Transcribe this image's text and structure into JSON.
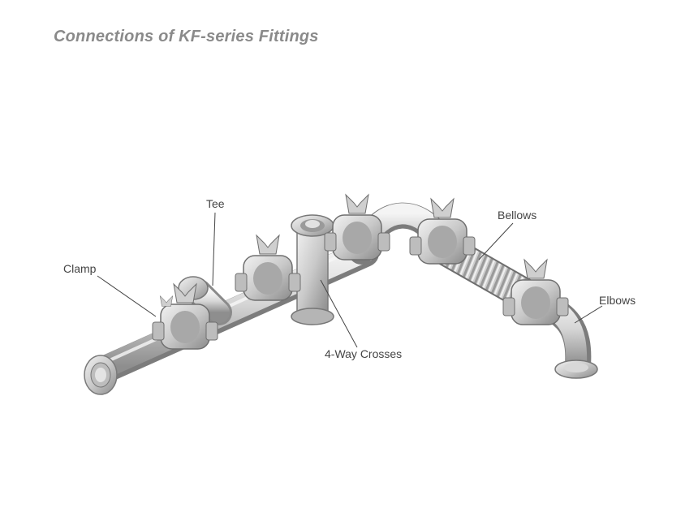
{
  "title": "Connections of KF-series Fittings",
  "labels": {
    "tee": "Tee",
    "clamp": "Clamp",
    "crosses": "4-Way Crosses",
    "bellows": "Bellows",
    "elbows": "Elbows"
  }
}
